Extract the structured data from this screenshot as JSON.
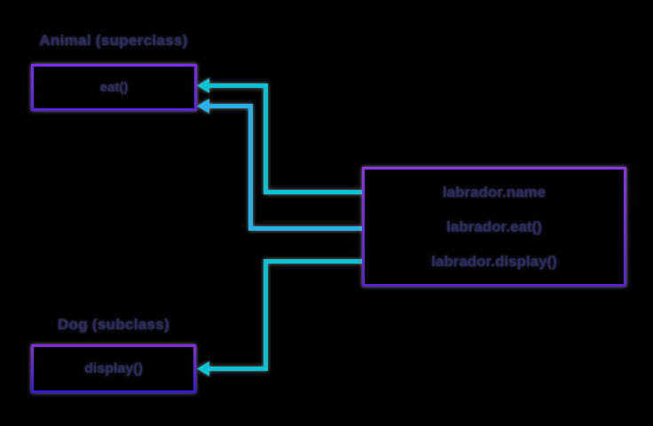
{
  "diagram": {
    "title_semantic": "Java inheritance working diagram",
    "superclass": {
      "label": "Animal (superclass)",
      "member": "eat()"
    },
    "subclass": {
      "label": "Dog (subclass)",
      "member": "display()"
    },
    "main_box": {
      "lines": [
        "labrador.name",
        "labrador.eat()",
        "labrador.display()"
      ]
    },
    "palette": {
      "background": "#000000",
      "text": "#2b2b6e",
      "connector_cyan": "#0ac2d4",
      "connector_blue": "#28b1e8",
      "border_purple_top": "#8d33f0",
      "border_purple_bottom": "#5a22cc",
      "border_indigo_bottom": "#3318e0",
      "shadow_gray": "#9b9b9b"
    }
  }
}
